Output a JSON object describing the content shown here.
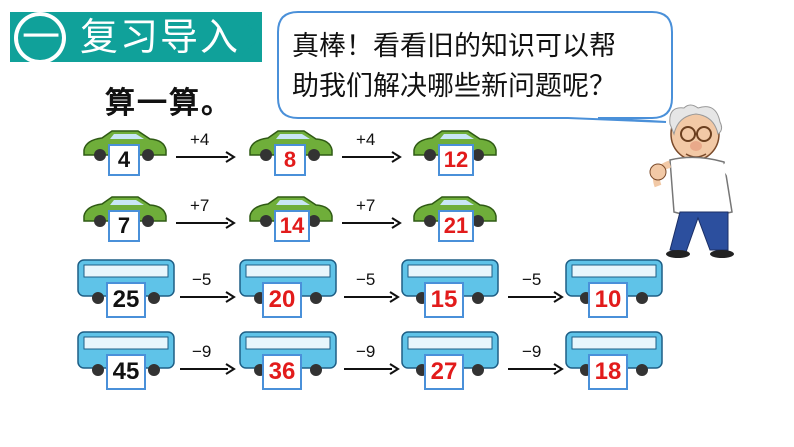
{
  "banner": {
    "number": "一",
    "title": "复习导入",
    "color": "#10a19a"
  },
  "bubble": {
    "line1": "真棒！看看旧的知识可以帮",
    "line2": "助我们解决哪些新问题呢？"
  },
  "instruction": "算一算。",
  "car_rows": [
    {
      "op1": "+4",
      "op2": "+4",
      "values": [
        "4",
        "8",
        "12"
      ]
    },
    {
      "op1": "+7",
      "op2": "+7",
      "values": [
        "7",
        "14",
        "21"
      ]
    }
  ],
  "bus_rows": [
    {
      "ops": [
        "−5",
        "−5",
        "−5"
      ],
      "values": [
        "25",
        "20",
        "15",
        "10"
      ]
    },
    {
      "ops": [
        "−9",
        "−9",
        "−9"
      ],
      "values": [
        "45",
        "36",
        "27",
        "18"
      ]
    }
  ],
  "colors": {
    "answer": "#e21b1b",
    "box_border": "#4a90d9",
    "car": "#6fae3a",
    "bus": "#5fc3e8"
  }
}
